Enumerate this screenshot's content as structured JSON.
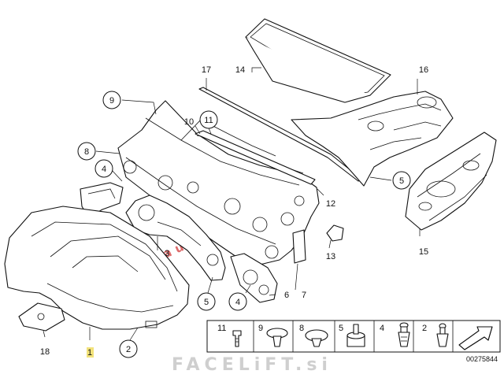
{
  "diagram": {
    "callouts": {
      "c1": "1",
      "c2": "2",
      "c3": "3",
      "c4a": "4",
      "c4b": "4",
      "c5a": "5",
      "c5b": "5",
      "c6": "6",
      "c7": "7",
      "c8": "8",
      "c9": "9",
      "c10": "10",
      "c11": "11",
      "c12": "12",
      "c13": "13",
      "c14": "14",
      "c15": "15",
      "c16": "16",
      "c17": "17",
      "c18": "18"
    },
    "fastener_legend": {
      "items": [
        "11",
        "9",
        "8",
        "5",
        "4",
        "2"
      ]
    },
    "drawing_number": "00275844",
    "watermark": {
      "text_main": "FACELiFT.si",
      "text_mid": "FACELiFT",
      "text_red": "autodeli"
    },
    "colors": {
      "line": "#111111",
      "watermark_gray": "#cfcfcf",
      "watermark_red": "#d23a3a",
      "callout_1_fill": "#f2e27a"
    }
  }
}
